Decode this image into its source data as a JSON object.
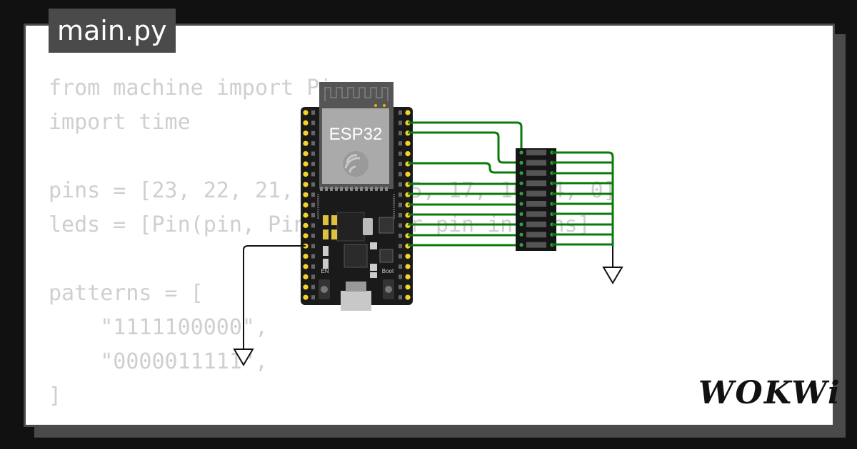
{
  "editor": {
    "file_tab": "main.py",
    "code_lines": [
      "from machine import Pin",
      "import time",
      "",
      "pins = [23, 22, 21, 19, 18, 5, 17, 16, 4, 0]",
      "leds = [Pin(pin, Pin.OUT) for pin in pins]",
      "",
      "patterns = [",
      "    \"1111100000\",",
      "    \"0000011111\",",
      "]"
    ]
  },
  "board": {
    "label": "ESP32",
    "en_label": "EN",
    "boot_label": "Boot"
  },
  "brand": {
    "logo_text": "WOKWi"
  },
  "colors": {
    "wire": "#0a7a0a",
    "board": "#1a1a1a",
    "pin": "#f5d32a",
    "code_text": "#cfcfcf",
    "frame": "#4a4a4a"
  },
  "icons": [
    "wifi-antenna-icon",
    "espressif-logo-icon",
    "ground-symbol-icon"
  ]
}
